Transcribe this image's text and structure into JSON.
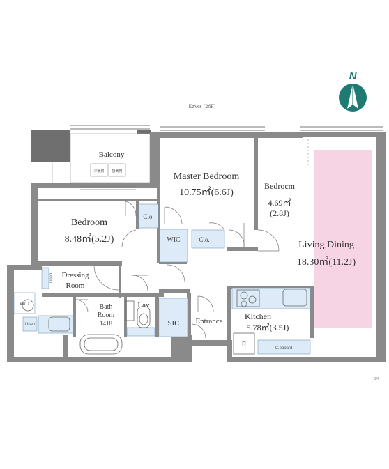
{
  "compass": {
    "letter": "N"
  },
  "eaves": "Eaves (26F)",
  "balcony": {
    "label": "Balcony",
    "unit_left": "冷暖房",
    "unit_right": "換気用"
  },
  "rooms": {
    "master_bedroom": {
      "name": "Master Bedroom",
      "area": "10.75㎡(6.6J)"
    },
    "bedroom_small": {
      "name": "Bedrocm",
      "area": "4.69㎡",
      "jo": "(2.8J)"
    },
    "bedroom": {
      "name": "Bedroom",
      "area": "8.48㎡(5.2J)"
    },
    "living_dining": {
      "name": "Living Dining",
      "area": "18.30㎡(11.2J)"
    },
    "kitchen": {
      "name": "Kitchen",
      "area": "5.78㎡(3.5J)"
    },
    "dressing_room": {
      "name_1": "Dressing",
      "name_2": "Room"
    },
    "bath": {
      "name": "Bath",
      "name_2": "Room",
      "size": "1418"
    },
    "lav": "Lav.",
    "sic": "SIC",
    "entrance": "Entrance",
    "wic": "WIC",
    "clo_1": "Clo.",
    "clo_2": "Clo.",
    "linen_1": "Linen",
    "linen_2": "Linen",
    "wd": "W/D",
    "fridge": "R",
    "cupboard": "C.pboard"
  },
  "corner_mark": "S/4",
  "colors": {
    "wall": "#8a8a8a",
    "balcony_box": "#6f6f6f",
    "closet_fill": "#dcebf7",
    "living_fill": "#f7d4e3",
    "compass": "#1f7a73",
    "text": "#333333"
  }
}
